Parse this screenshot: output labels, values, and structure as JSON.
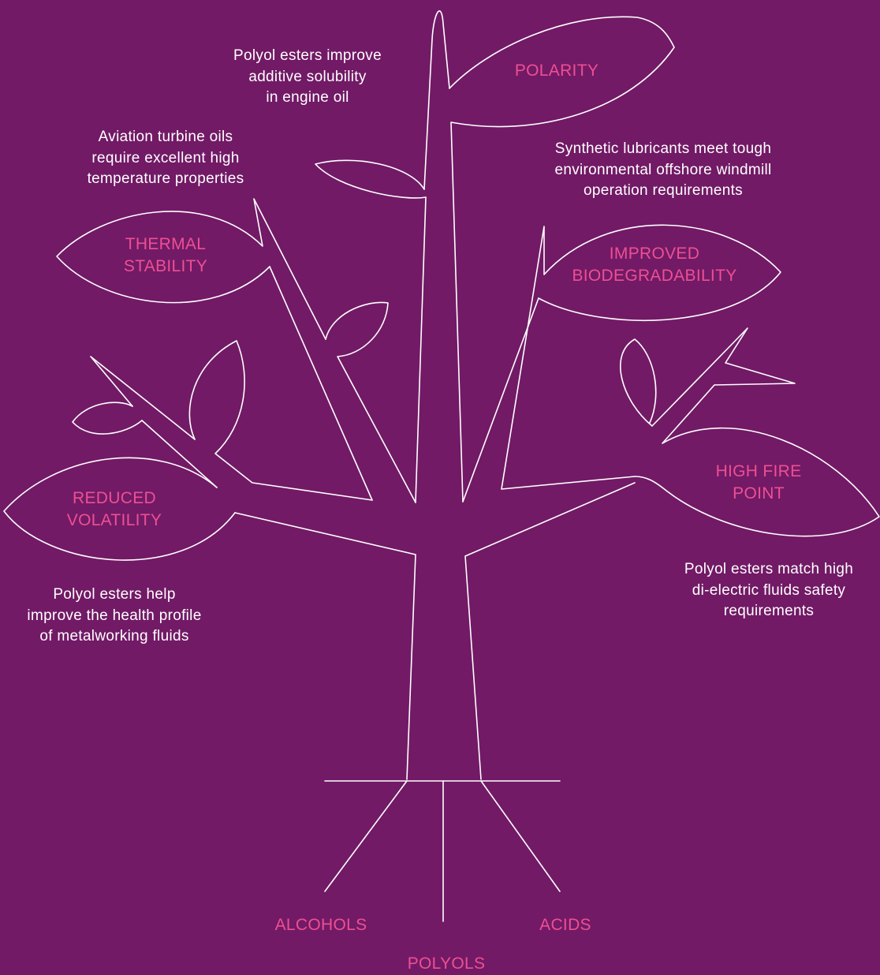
{
  "colors": {
    "background": "#721a66",
    "outline": "#ffffff",
    "accent": "#ee4f93"
  },
  "leaf_labels": {
    "polarity": [
      "POLARITY"
    ],
    "thermal_stability": [
      "THERMAL",
      "STABILITY"
    ],
    "improved_biodegradability": [
      "IMPROVED",
      "BIODEGRADABILITY"
    ],
    "reduced_volatility": [
      "REDUCED",
      "VOLATILITY"
    ],
    "high_fire_point": [
      "HIGH FIRE",
      "POINT"
    ]
  },
  "descriptions": {
    "engine_oil": [
      "Polyol esters improve",
      "additive solubility",
      "in engine oil"
    ],
    "aviation": [
      "Aviation turbine oils",
      "require excellent high",
      "temperature properties"
    ],
    "windmill": [
      "Synthetic lubricants meet tough",
      "environmental offshore windmill",
      "operation requirements"
    ],
    "metalworking": [
      "Polyol esters help",
      "improve the health profile",
      "of metalworking fluids"
    ],
    "dielectric": [
      "Polyol esters match high",
      "di-electric fluids safety",
      "requirements"
    ]
  },
  "roots": {
    "alcohols": "ALCOHOLS",
    "polyols": "POLYOLS",
    "acids": "ACIDS"
  }
}
